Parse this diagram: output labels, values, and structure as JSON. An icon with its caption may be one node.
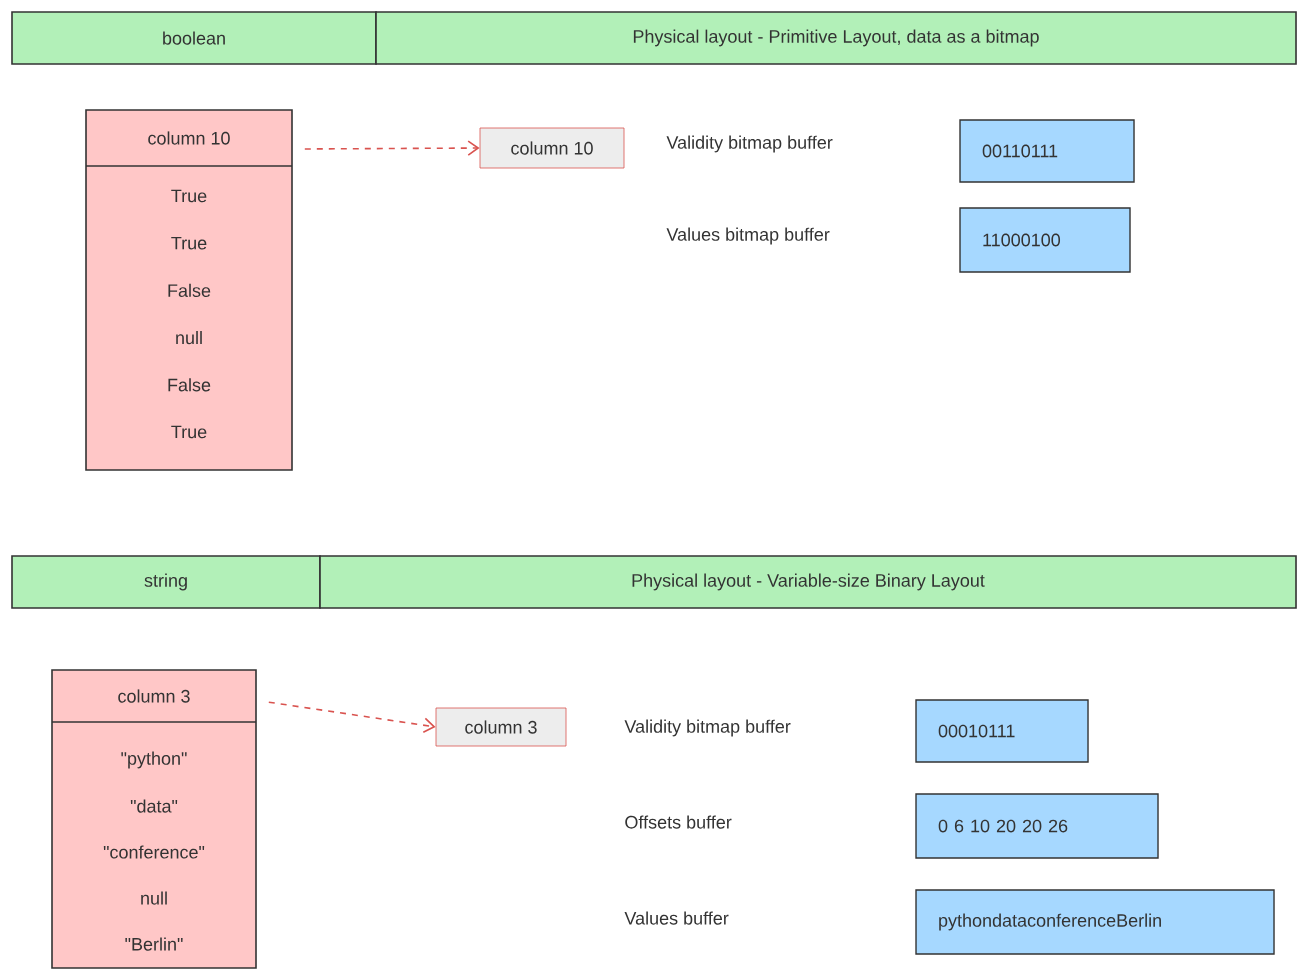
{
  "diagram": {
    "nodes": [
      {
        "text": [
          "boolean"
        ]
      },
      {
        "text": [
          "Physical layout - Primitive Layout, data as a bitmap"
        ]
      },
      {
        "text": [
          "column 10",
          "True",
          "True",
          "False",
          "null",
          "False",
          "True"
        ]
      },
      {
        "text": [
          "column 10"
        ]
      },
      {
        "text": [
          "00110111"
        ]
      },
      {
        "text": [
          "11000100"
        ]
      },
      {
        "text": [
          "string"
        ]
      },
      {
        "text": [
          "Physical layout - Variable-size Binary Layout"
        ]
      },
      {
        "text": [
          "column 3",
          "\"python\"",
          "\"data\"",
          "\"conference\"",
          "null",
          "\"Berlin\""
        ]
      },
      {
        "text": [
          "column 3"
        ]
      },
      {
        "text": [
          "00010111"
        ]
      },
      {
        "text": [
          "0 6 10 20 20 26"
        ]
      },
      {
        "text": [
          "pythondataconferenceBerlin"
        ]
      }
    ],
    "edges": [
      {
        "from": 2,
        "to": 3,
        "arrow": "to",
        "style": "dashed"
      },
      {
        "from": 8,
        "to": 9,
        "arrow": "to",
        "style": "dashed"
      }
    ],
    "labels": [
      "Validity bitmap buffer",
      "Values bitmap buffer",
      "Validity bitmap buffer",
      "Offsets buffer",
      "Values buffer"
    ]
  }
}
